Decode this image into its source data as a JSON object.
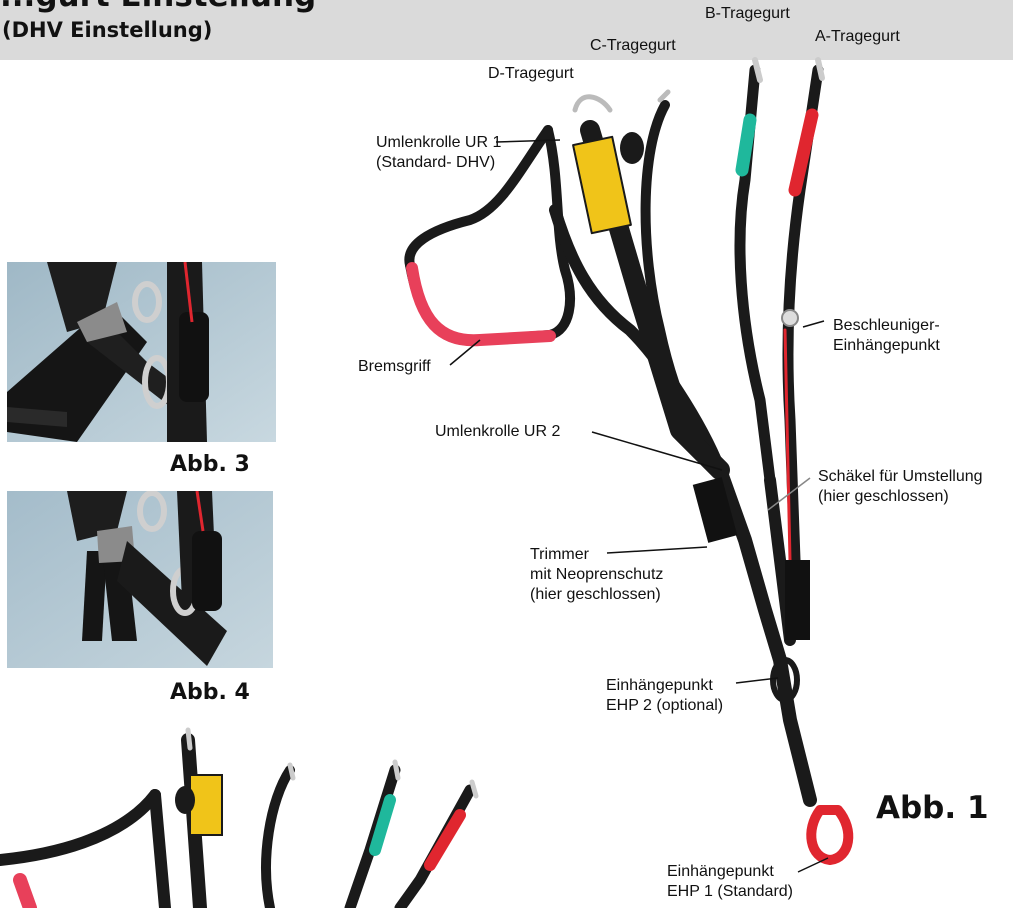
{
  "header": {
    "title_partial": "...gurt Einstellung",
    "subtitle": "(DHV Einstellung)"
  },
  "labels": {
    "b_riser": "B-Tragegurt",
    "a_riser": "A-Tragegurt",
    "c_riser": "C-Tragegurt",
    "d_riser": "D-Tragegurt",
    "pulley1_line1": "Umlenkrolle UR 1",
    "pulley1_line2": "(Standard- DHV)",
    "accel_line1": "Beschleuniger-",
    "accel_line2": "Einhängepunkt",
    "brake_handle": "Bremsgriff",
    "pulley2": "Umlenkrolle UR 2",
    "shackle_line1": "Schäkel für Umstellung",
    "shackle_line2": "(hier geschlossen)",
    "trimmer_line1": "Trimmer",
    "trimmer_line2": "mit Neoprenschutz",
    "trimmer_line3": "(hier geschlossen)",
    "ehp2_line1": "Einhängepunkt",
    "ehp2_line2": "EHP 2 (optional)",
    "ehp1_line1": "Einhängepunkt",
    "ehp1_line2": "EHP 1 (Standard)"
  },
  "figures": {
    "fig1": "Abb. 1",
    "fig3": "Abb. 3",
    "fig4": "Abb. 4"
  },
  "colors": {
    "header_band": "#dadada",
    "webbing": "#1a1a1a",
    "red_sleeve": "#e0262f",
    "teal_sleeve": "#1fb89c",
    "yellow_tag": "#f0c419",
    "photo_bg": "#a9c1cf",
    "brake_handle": "#e8405a"
  },
  "icons": [
    "riser-assembly-photo",
    "closeup-photo-abb3",
    "closeup-photo-abb4",
    "riser-assembly-photo-bottom"
  ]
}
